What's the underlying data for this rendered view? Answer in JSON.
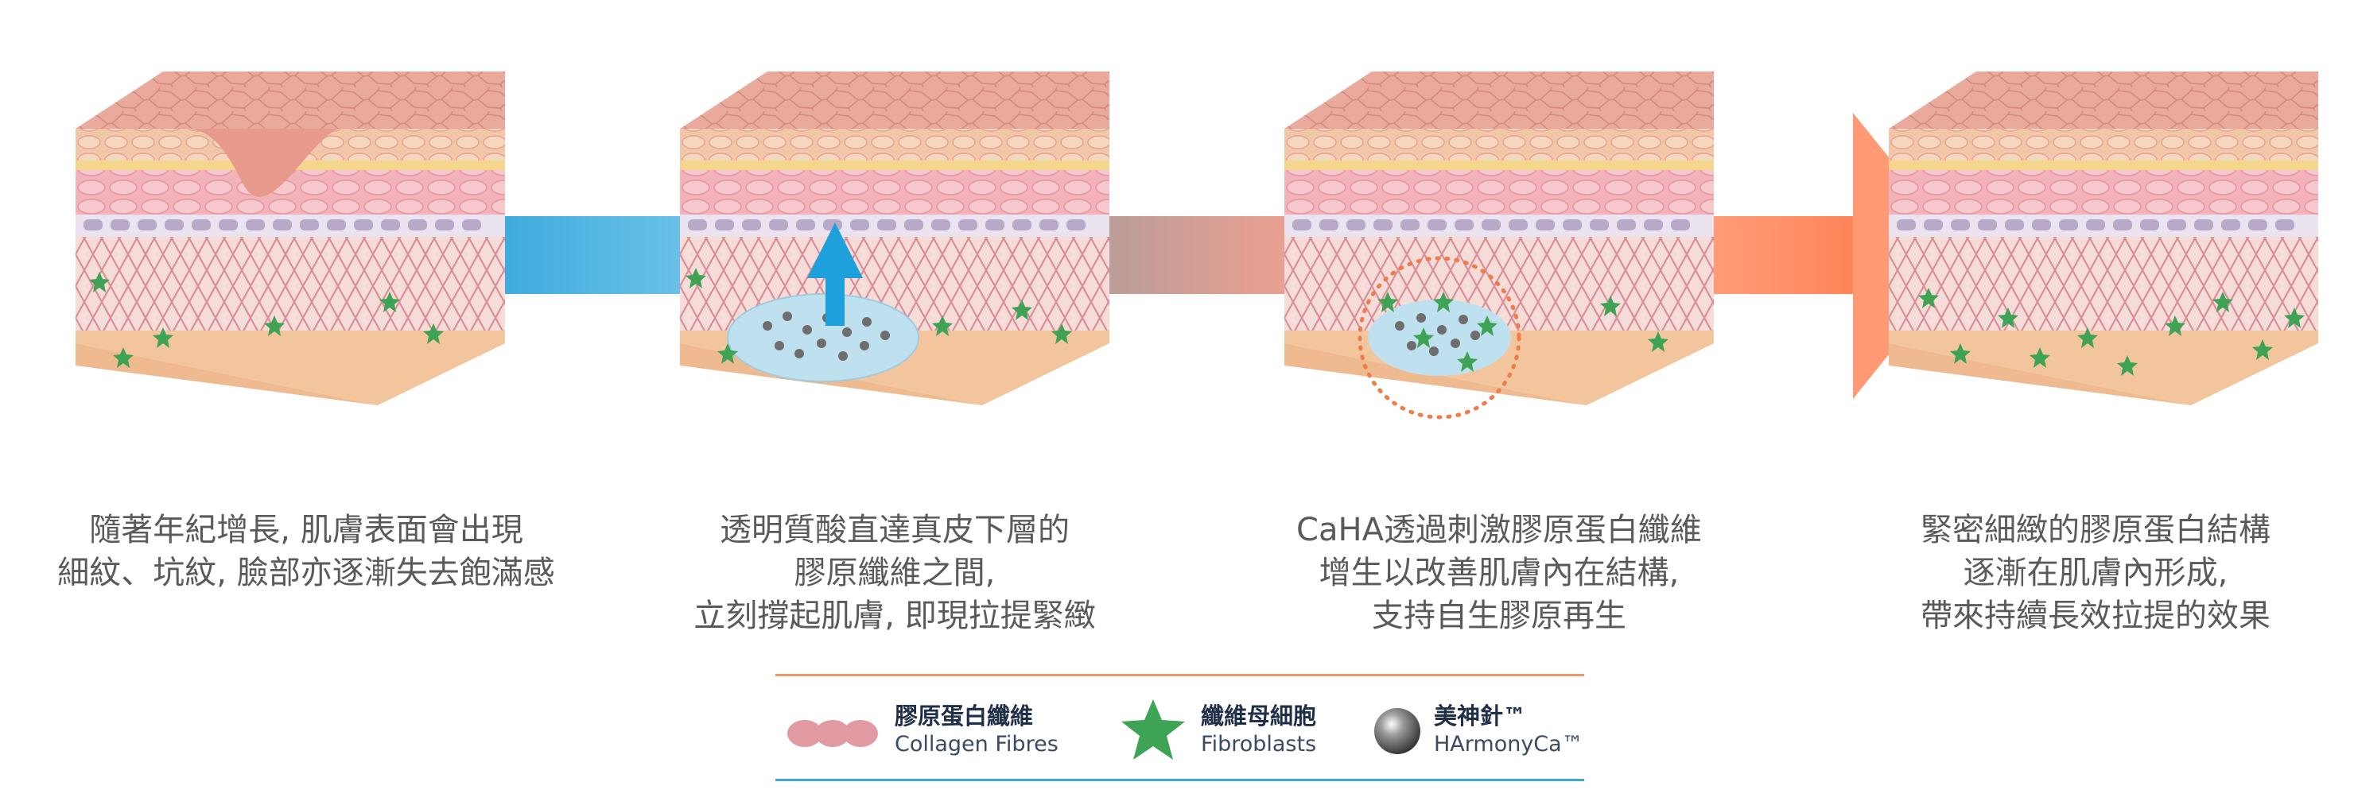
{
  "steps": [
    {
      "caption": [
        "隨著年紀增長, 肌膚表面會出現",
        "細紋、坑紋, 臉部亦逐漸失去飽滿感"
      ]
    },
    {
      "caption": [
        "透明質酸直達真皮下層的",
        "膠原纖維之間,",
        "立刻撐起肌膚, 即現拉提緊緻"
      ]
    },
    {
      "caption": [
        "CaHA透過刺激膠原蛋白纖維",
        "增生以改善肌膚內在結構,",
        "支持自生膠原再生"
      ]
    },
    {
      "caption": [
        "緊密細緻的膠原蛋白結構",
        "逐漸在肌膚內形成,",
        "帶來持續長效拉提的效果"
      ]
    }
  ],
  "legend": {
    "items": [
      {
        "zh": "膠原蛋白纖維",
        "en": "Collagen Fibres",
        "icon": "collagen-icon"
      },
      {
        "zh": "纖維母細胞",
        "en": "Fibroblasts",
        "icon": "fibroblast-star-icon"
      },
      {
        "zh": "美神針™",
        "en": "HArmonyCa™",
        "icon": "harmonyca-sphere-icon"
      }
    ],
    "rule_top_color": "#f0956c",
    "rule_bottom_color": "#3fa6dc"
  },
  "colors": {
    "skin_top": "#e9a79a",
    "epidermis": "#f4cf9a",
    "dermis": "#f2b6bd",
    "fibroblast": "#3ea354",
    "hyaluronic_gel": "#bfe0ee",
    "arrow_blue": "#47aee0",
    "arrow_orange": "#ff8a5c",
    "caption_text": "#5a5a5a"
  }
}
